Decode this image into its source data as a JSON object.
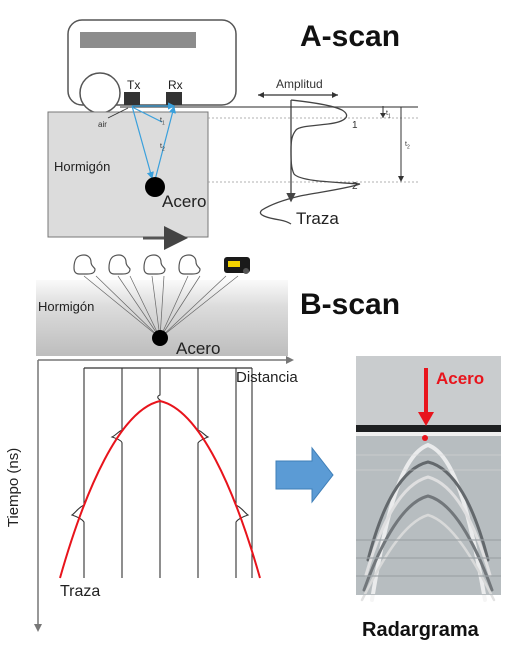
{
  "a_scan": {
    "title": "A-scan",
    "amplitude_label": "Amplitud",
    "tx_label": "Tx",
    "rx_label": "Rx",
    "air_label": "air",
    "t1_label": "t",
    "t1_sub": "1",
    "t2_label": "t",
    "t2_sub": "2",
    "concrete_label": "Hormigón",
    "steel_label": "Acero",
    "trace_label": "Traza",
    "echo_1": "1",
    "echo_2": "2"
  },
  "b_scan": {
    "title": "B-scan",
    "concrete_label": "Hormigón",
    "steel_label": "Acero",
    "distance_label": "Distancia",
    "time_axis_label": "Tiempo  (ns)",
    "trace_label": "Traza"
  },
  "radargram": {
    "title": "Radargrama",
    "steel_label": "Acero"
  },
  "colors": {
    "hyperbola": "#e8141c",
    "arrow": "#5b9bd5",
    "rays": "#3aa0dc",
    "concrete": "#d9d9d9"
  }
}
